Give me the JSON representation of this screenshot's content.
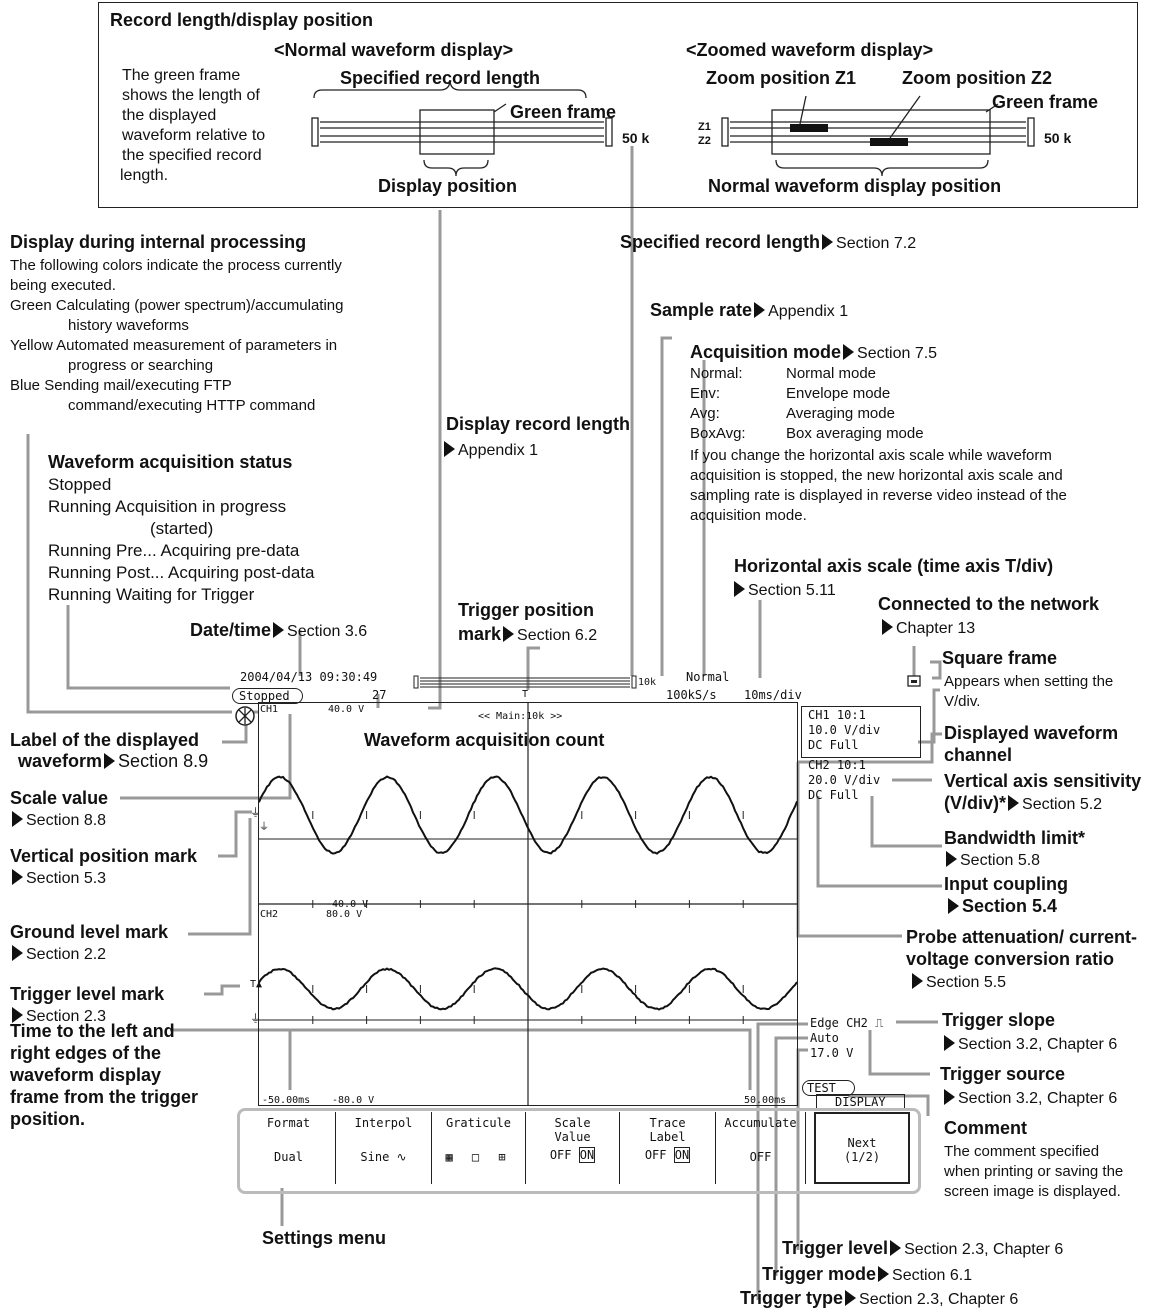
{
  "top": {
    "title": "Record length/display position",
    "normal_heading": "<Normal waveform display>",
    "zoomed_heading": "<Zoomed waveform display>",
    "green_frame_desc_lines": [
      "The green frame",
      "shows the length of",
      "the displayed",
      "waveform relative to",
      "the specified record",
      "length."
    ],
    "specified_record_length": "Specified record length",
    "green_frame": "Green frame",
    "fifty_k_1": "50 k",
    "display_position": "Display position",
    "zoom_z1": "Zoom position Z1",
    "zoom_z2": "Zoom position Z2",
    "green_frame_2": "Green frame",
    "z1": "Z1",
    "z2": "Z2",
    "fifty_k_2": "50 k",
    "normal_waveform_display_position": "Normal waveform display position"
  },
  "left": {
    "internal_title": "Display during internal processing",
    "internal_desc": [
      "The following colors indicate the process currently",
      "being executed."
    ],
    "green": [
      "Green Calculating (power spectrum)/accumulating",
      "history waveforms"
    ],
    "yellow": [
      "Yellow Automated measurement of parameters in",
      "progress or searching"
    ],
    "blue": [
      "Blue    Sending mail/executing FTP",
      "command/executing HTTP command"
    ],
    "acq_status_title": "Waveform acquisition status",
    "acq_status": [
      "Stopped",
      "Running  Acquisition in progress",
      "(started)",
      "Running Pre... Acquiring pre-data",
      "Running Post...  Acquiring post-data",
      "Running Waiting for Trigger"
    ],
    "label_displayed": "Label of the displayed",
    "waveform": "waveform",
    "waveform_ref": "Section 8.9",
    "scale_value": "Scale value",
    "scale_ref": "Section 8.8",
    "vertical_position_mark": "Vertical position mark",
    "vpm_ref": "Section 5.3",
    "ground_level_mark": "Ground level mark",
    "glm_ref": "Section 2.2",
    "trigger_level_mark": "Trigger level mark",
    "tlm_ref": "Section 2.3",
    "time_edges": [
      "Time to the left and",
      "right edges of the",
      "waveform display",
      "frame from the trigger",
      "position."
    ],
    "settings_menu": "Settings menu"
  },
  "mid": {
    "display_record_length": "Display record length",
    "drl_ref": "Appendix 1",
    "trigger_position_mark": "Trigger position",
    "mark": "mark",
    "tpm_ref": "Section 6.2",
    "date_time": "Date/time",
    "date_ref": "Section 3.6",
    "acq_count": "Waveform acquisition count"
  },
  "right": {
    "specified_record_length": "Specified record length",
    "srl_ref": "Section 7.2",
    "sample_rate": "Sample rate",
    "sr_ref": "Appendix 1",
    "acq_mode": "Acquisition mode",
    "acq_ref": "Section 7.5",
    "modes": [
      [
        "Normal:",
        "Normal mode"
      ],
      [
        "Env:",
        "Envelope mode"
      ],
      [
        "Avg:",
        "Averaging mode"
      ],
      [
        "BoxAvg:",
        "Box averaging mode"
      ]
    ],
    "acq_note": [
      "If you change the horizontal axis scale while waveform",
      "acquisition is stopped, the new horizontal axis scale and",
      "sampling rate is displayed in reverse video instead of the",
      "acquisition mode."
    ],
    "horiz_scale": "Horizontal axis scale (time axis T/div)",
    "hs_ref": "Section 5.11",
    "connected": "Connected to the network",
    "conn_ref": "Chapter 13",
    "square_frame": "Square frame",
    "square_desc": [
      "Appears when setting the",
      "V/div."
    ],
    "displayed_channel": [
      "Displayed waveform",
      "channel"
    ],
    "vert_sens": "Vertical axis sensitivity",
    "vert_sens_2": "(V/div)*",
    "vs_ref": "Section 5.2",
    "bandwidth": "Bandwidth limit*",
    "bw_ref": "Section 5.8",
    "input_coupling": "Input coupling",
    "ic_ref": "Section 5.4",
    "probe": [
      "Probe attenuation/ current-",
      "voltage conversion ratio"
    ],
    "probe_ref": "Section 5.5",
    "trigger_slope": "Trigger slope",
    "ts_ref": "Section 3.2, Chapter 6",
    "trigger_source": "Trigger source",
    "tsrc_ref": "Section 3.2, Chapter 6",
    "comment": "Comment",
    "comment_desc": [
      "The comment specified",
      "when printing or saving the",
      "screen image is displayed."
    ],
    "trigger_level": "Trigger level",
    "tl_ref": "Section 2.3, Chapter 6",
    "trigger_mode": "Trigger mode",
    "tm_ref": "Section 6.1",
    "trigger_type": "Trigger type",
    "tt_ref": "Section 2.3, Chapter 6"
  },
  "screen": {
    "datetime": "2004/04/13 09:30:49",
    "status": "Stopped",
    "count": "27",
    "ten_k": "10k",
    "mode": "Normal",
    "rate": "100kS/s",
    "tdiv": "10ms/div",
    "ch1": "CH1",
    "ch1_scale": "40.0 V",
    "main": "<< Main:10k >>",
    "ch2": "CH2",
    "ch2_scale_a": "-40.0 V",
    "ch2_scale_b": "80.0 V",
    "left_time": "-50.00ms",
    "left_v": "-80.0 V",
    "right_time": "50.00ms",
    "ch1_info": [
      "CH1 10:1",
      "10.0 V/div",
      "DC   Full"
    ],
    "ch2_info": [
      "CH2 10:1",
      "20.0 V/div",
      "DC   Full"
    ],
    "trig_info": [
      "Edge CH2",
      "Auto",
      "17.0 V"
    ],
    "comment": "TEST",
    "display": "DISPLAY"
  },
  "menu": [
    {
      "top": "Format",
      "bottom": "Dual"
    },
    {
      "top": "Interpol",
      "bottom": "Sine"
    },
    {
      "top": "Graticule",
      "bottom": ""
    },
    {
      "top": "Scale",
      "top2": "Value",
      "off": "OFF",
      "on": "ON"
    },
    {
      "top": "Trace",
      "top2": "Label",
      "off": "OFF",
      "on": "ON"
    },
    {
      "top": "Accumulate",
      "bottom": "OFF"
    },
    {
      "top": "Next",
      "top2": "(1/2)"
    }
  ]
}
